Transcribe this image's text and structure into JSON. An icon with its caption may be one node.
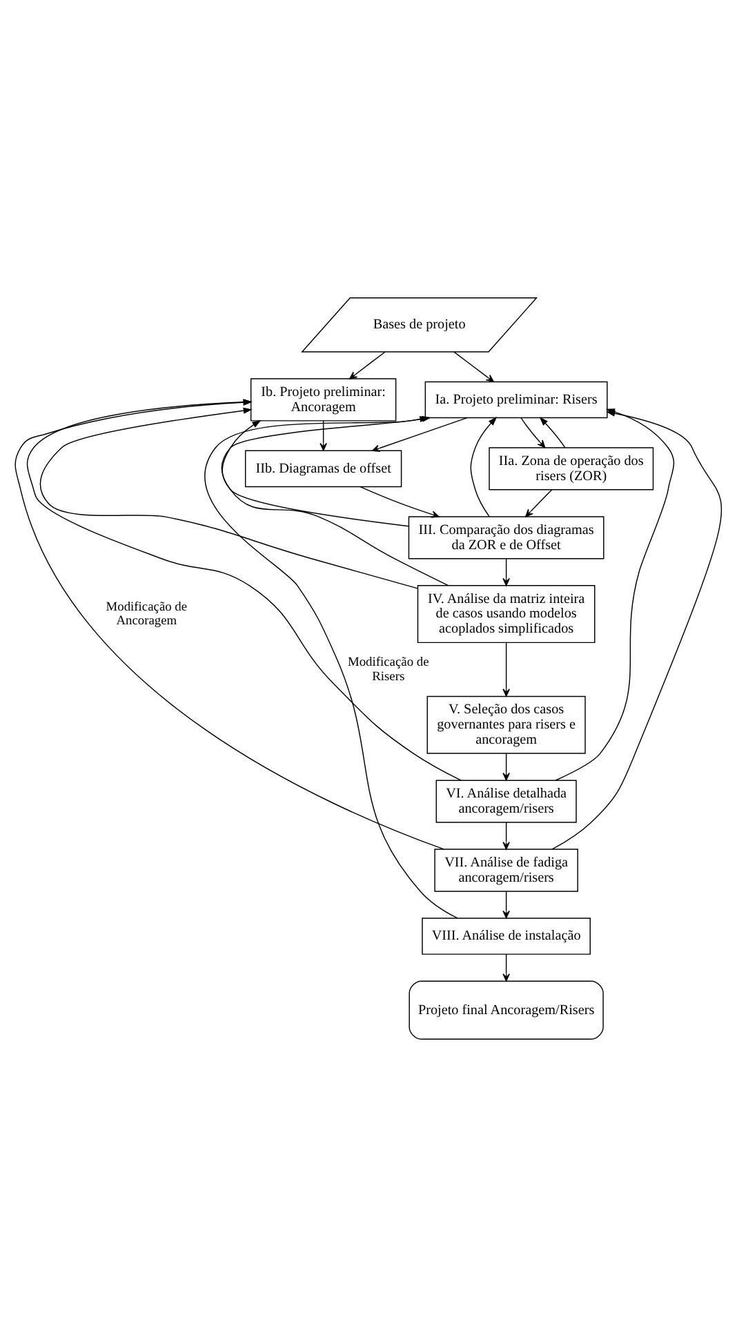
{
  "diagram": {
    "nodes": [
      {
        "text": [
          "Bases de projeto"
        ]
      },
      {
        "text": [
          "Ia. Projeto preliminar: Risers"
        ]
      },
      {
        "text": [
          "Ib. Projeto preliminar: Ancoragem"
        ]
      },
      {
        "text": [
          "IIa. Zona de operação dos risers (ZOR)"
        ]
      },
      {
        "text": [
          "IIb. Diagramas de offset"
        ]
      },
      {
        "text": [
          "III. Comparação dos diagramas da ZOR e de Offset"
        ]
      },
      {
        "text": [
          "IV. Análise da matriz inteira de casos usando modelos acoplados simplificados"
        ]
      },
      {
        "text": [
          "V. Seleção dos casos governantes para risers e ancoragem"
        ]
      },
      {
        "text": [
          "VI. Análise detalhada ancoragem/risers"
        ]
      },
      {
        "text": [
          "VII. Análise de fadiga ancoragem/risers"
        ]
      },
      {
        "text": [
          "VIII. Análise de instalação"
        ]
      },
      {
        "text": [
          "Projeto final Ancoragem/Risers"
        ]
      }
    ],
    "edges": [
      {
        "from": 0,
        "to": 1,
        "arrow": "to"
      },
      {
        "from": 0,
        "to": 2,
        "arrow": "to"
      },
      {
        "from": 1,
        "to": 3,
        "arrow": "to"
      },
      {
        "from": 1,
        "to": 4,
        "arrow": "to"
      },
      {
        "from": 2,
        "to": 4,
        "arrow": "to"
      },
      {
        "from": 3,
        "to": 5,
        "arrow": "to"
      },
      {
        "from": 4,
        "to": 5,
        "arrow": "to"
      },
      {
        "from": 5,
        "to": 6,
        "arrow": "to"
      },
      {
        "from": 6,
        "to": 7,
        "arrow": "to"
      },
      {
        "from": 7,
        "to": 8,
        "arrow": "to"
      },
      {
        "from": 8,
        "to": 9,
        "arrow": "to"
      },
      {
        "from": 9,
        "to": 10,
        "arrow": "to"
      },
      {
        "from": 10,
        "to": 11,
        "arrow": "to"
      },
      {
        "from": 3,
        "to": 1,
        "arrow": "to"
      },
      {
        "from": 5,
        "to": 1,
        "arrow": "to"
      },
      {
        "from": 6,
        "to": 1,
        "arrow": "to"
      },
      {
        "from": 8,
        "to": 1,
        "arrow": "to"
      },
      {
        "from": 9,
        "to": 1,
        "arrow": "to"
      },
      {
        "from": 10,
        "to": 1,
        "arrow": "to",
        "label": "Modificação de Risers"
      },
      {
        "from": 5,
        "to": 2,
        "arrow": "to"
      },
      {
        "from": 6,
        "to": 2,
        "arrow": "to"
      },
      {
        "from": 8,
        "to": 2,
        "arrow": "to"
      },
      {
        "from": 9,
        "to": 2,
        "arrow": "to",
        "label": "Modificação de Ancoragem"
      }
    ]
  }
}
